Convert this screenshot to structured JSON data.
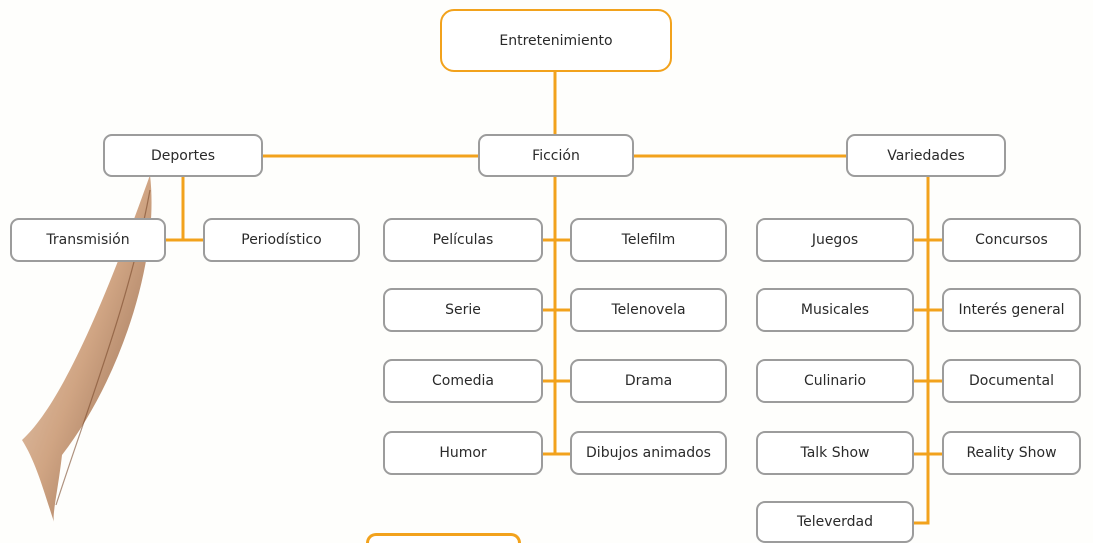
{
  "colors": {
    "connector": "#f2a21c",
    "node_border": "#9c9c9c",
    "root_border": "#f2a21c"
  },
  "root": {
    "label": "Entretenimiento"
  },
  "categories": {
    "deportes": {
      "label": "Deportes",
      "items": [
        "Transmisión",
        "Periodístico"
      ]
    },
    "ficcion": {
      "label": "Ficción",
      "items": [
        "Películas",
        "Telefilm",
        "Serie",
        "Telenovela",
        "Comedia",
        "Drama",
        "Humor",
        "Dibujos animados"
      ]
    },
    "variedades": {
      "label": "Variedades",
      "items": [
        "Juegos",
        "Concursos",
        "Musicales",
        "Interés general",
        "Culinario",
        "Documental",
        "Talk Show",
        "Reality Show",
        "Televerdad"
      ]
    }
  }
}
